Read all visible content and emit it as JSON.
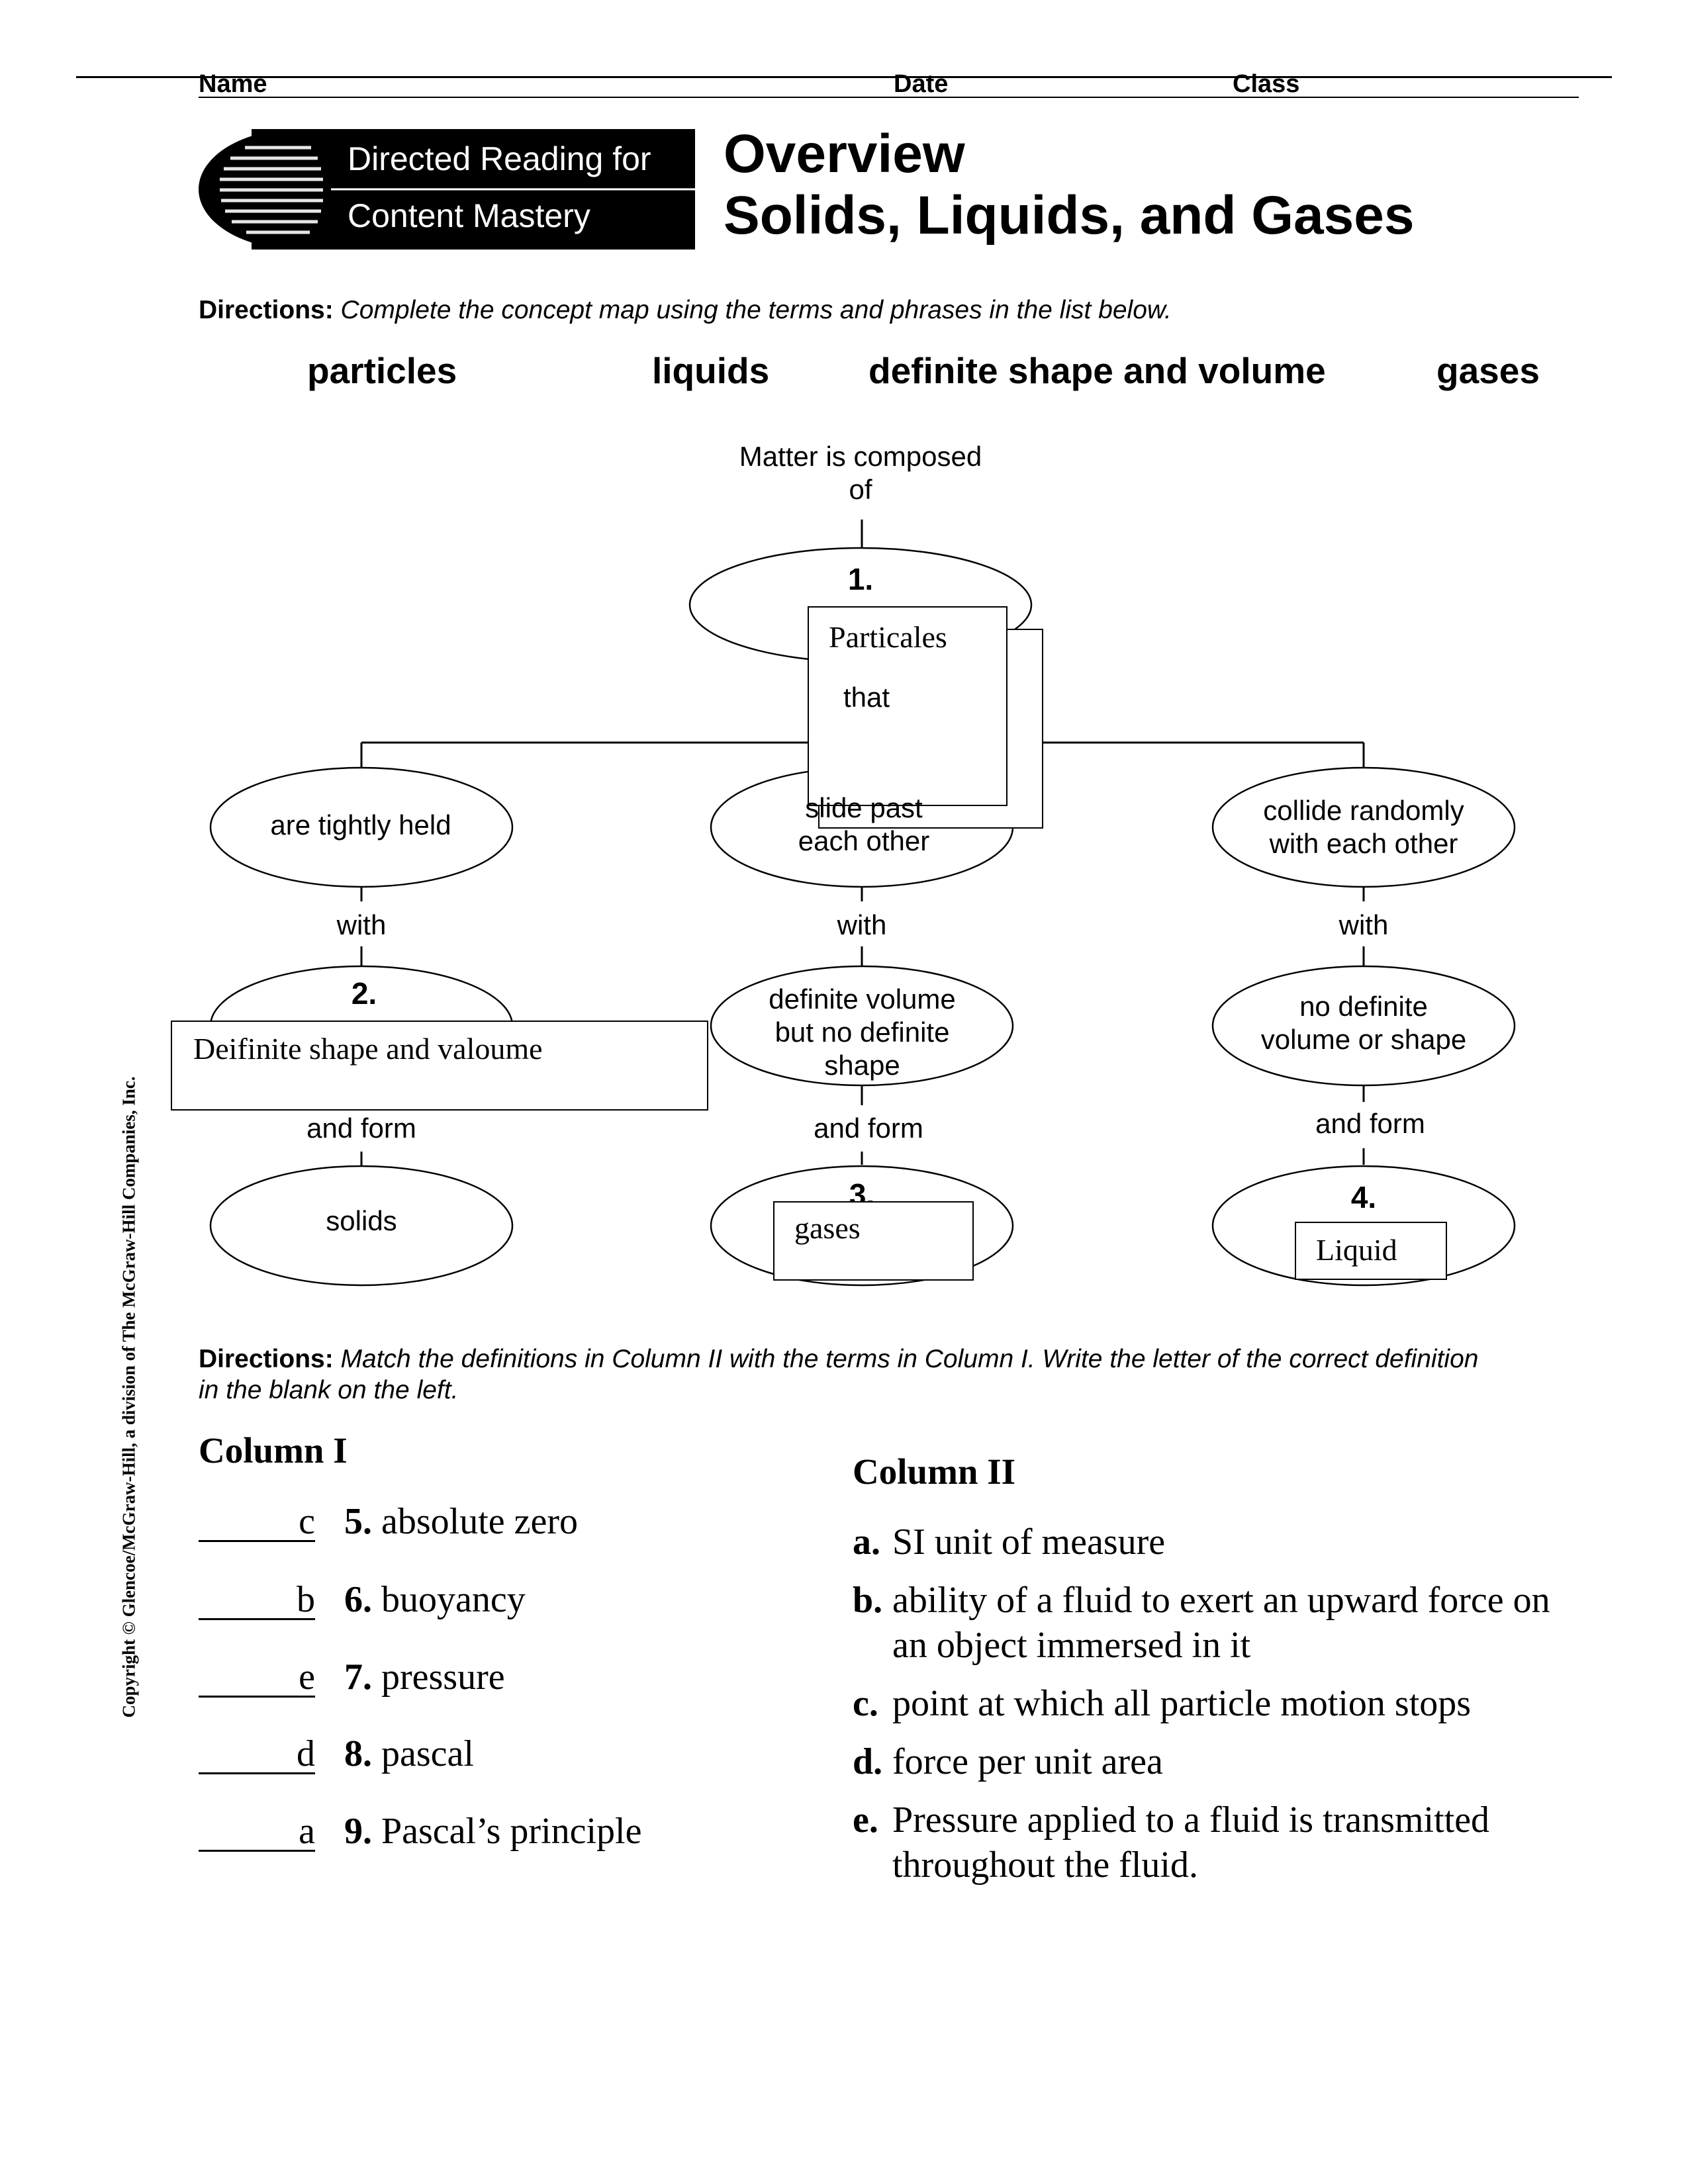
{
  "header": {
    "name_label": "Name",
    "date_label": "Date",
    "class_label": "Class"
  },
  "logo": {
    "line1": "Directed Reading for",
    "line2": "Content Mastery"
  },
  "title": {
    "line1": "Overview",
    "line2": "Solids, Liquids, and Gases"
  },
  "directions1": {
    "label": "Directions:",
    "text": "Complete the concept map using the terms and phrases in the list below."
  },
  "word_bank": [
    "particles",
    "liquids",
    "definite shape and volume",
    "gases"
  ],
  "concept_map": {
    "root": "Matter is composed of",
    "node1_number": "1.",
    "node1_answer_line1": "Particales",
    "node1_answer_line2": "that",
    "motion_solid": "are tightly held",
    "motion_liquid": "slide past each other",
    "motion_gas": "collide randomly with each other",
    "with_label": "with",
    "node2_number": "2.",
    "node2_answer": "Deifinite shape and valoume",
    "property_liquid": "definite volume but no definite shape",
    "property_gas": "no definite volume or shape",
    "and_form_label": "and form",
    "state_solid": "solids",
    "node3_number": "3.",
    "node3_answer": "gases",
    "node4_number": "4.",
    "node4_answer": "Liquid"
  },
  "directions2": {
    "label": "Directions:",
    "text": "Match the definitions in Column II with the terms in Column I. Write the letter of the correct definition in the blank on the left."
  },
  "column1": {
    "heading": "Column I",
    "items": [
      {
        "answer": "c",
        "number": "5.",
        "term": "absolute zero"
      },
      {
        "answer": "b",
        "number": "6.",
        "term": "buoyancy"
      },
      {
        "answer": "e",
        "number": "7.",
        "term": "pressure"
      },
      {
        "answer": "d",
        "number": "8.",
        "term": "pascal"
      },
      {
        "answer": "a",
        "number": "9.",
        "term": "Pascal’s principle"
      }
    ]
  },
  "column2": {
    "heading": "Column II",
    "items": [
      {
        "letter": "a.",
        "text": "SI unit of measure"
      },
      {
        "letter": "b.",
        "text": "ability of a fluid to exert an upward force on an object immersed in it"
      },
      {
        "letter": "c.",
        "text": "point at which all particle motion stops"
      },
      {
        "letter": "d.",
        "text": "force per unit area"
      },
      {
        "letter": "e.",
        "text": "Pressure applied to a fluid is transmitted throughout the fluid."
      }
    ]
  },
  "copyright": "Copyright © Glencoe/McGraw-Hill, a division of The McGraw-Hill Companies, Inc."
}
